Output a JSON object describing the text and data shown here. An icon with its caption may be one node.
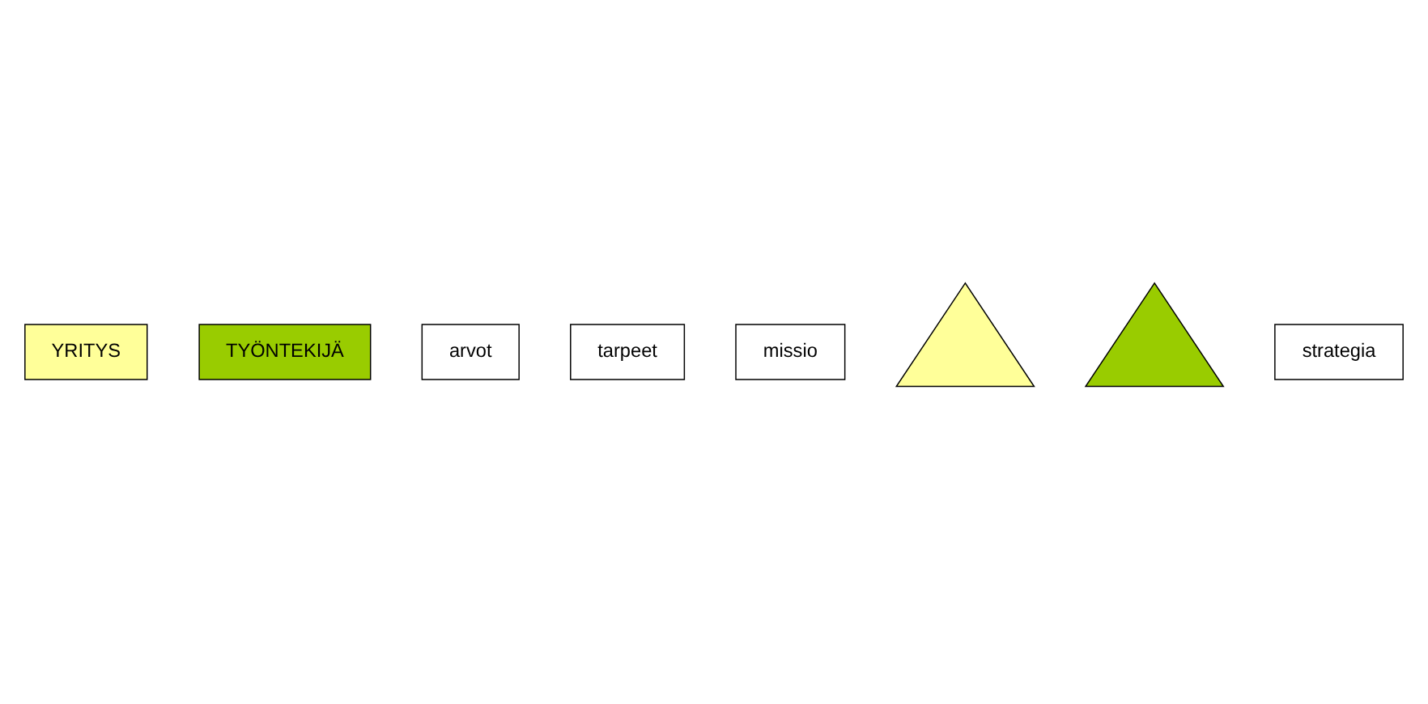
{
  "diagram": {
    "nodes": [
      {
        "text": [
          "YRITYS"
        ]
      },
      {
        "text": [
          "TYÖNTEKIJÄ"
        ]
      },
      {
        "text": [
          "arvot"
        ]
      },
      {
        "text": [
          "tarpeet"
        ]
      },
      {
        "text": [
          "missio"
        ]
      },
      {
        "text": [],
        "shape": "triangle"
      },
      {
        "text": [],
        "shape": "triangle"
      },
      {
        "text": [
          "strategia"
        ]
      }
    ]
  }
}
